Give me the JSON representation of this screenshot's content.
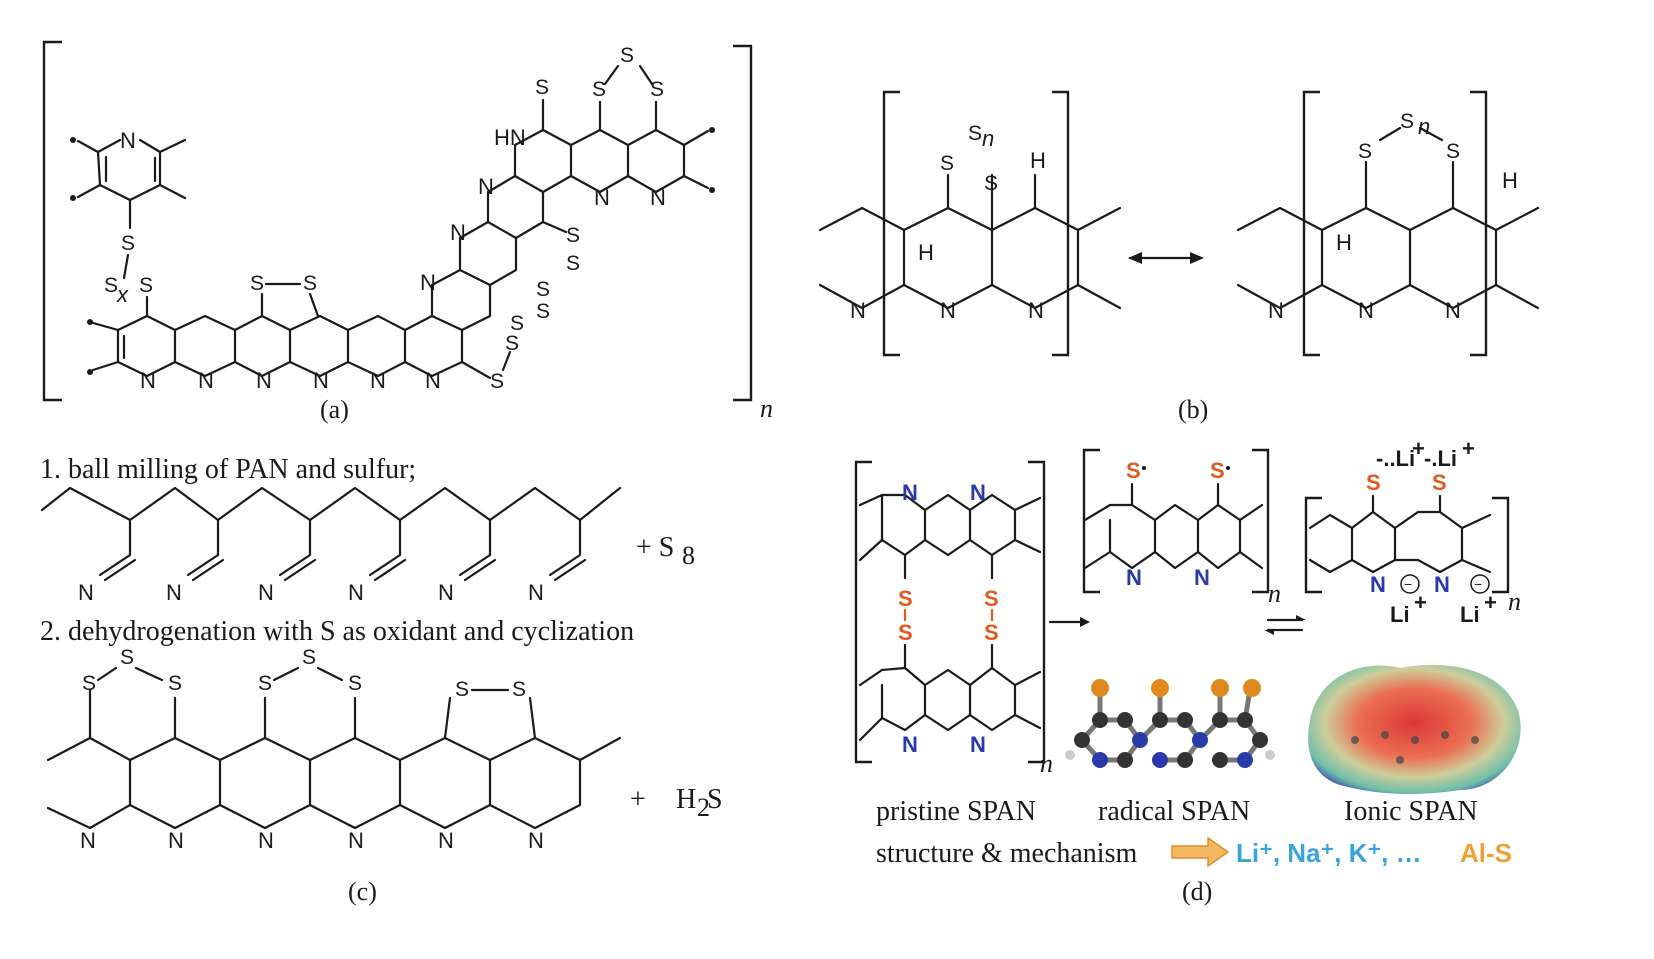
{
  "panels": {
    "a": {
      "label": "(a)",
      "subscript_n": "n",
      "subscript_x": "x"
    },
    "b": {
      "label": "(b)",
      "subscript_n": "n"
    },
    "c": {
      "label": "(c)",
      "step1": "1. ball milling of PAN and sulfur;",
      "step2": "2. dehydrogenation with S as oxidant and cyclization",
      "reagent1": "+ S",
      "reagent1_sub": "8",
      "product_prefix": "+",
      "product": "H",
      "product_sub": "2",
      "product_tail": "S"
    },
    "d": {
      "label": "(d)",
      "pristine": "pristine SPAN",
      "radical": "radical SPAN",
      "ionic": "Ionic SPAN",
      "mechanism": "structure & mechanism",
      "ions": "Li⁺, Na⁺, K⁺, …",
      "ions_tail": "Al-S",
      "li_label": "Li",
      "li_sup": "+"
    }
  },
  "colors": {
    "bond": "#1a1a1a",
    "sulfur_red": "#e05a1e",
    "nitrogen_blue": "#2a3aa8",
    "ion_blue": "#3aa3dc",
    "ion_orange": "#f0a030"
  }
}
